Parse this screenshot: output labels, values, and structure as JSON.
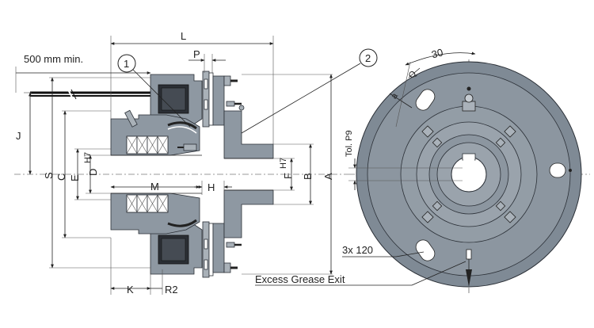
{
  "labels": {
    "min_length": "500 mm min.",
    "L": "L",
    "P": "P",
    "callout_1": "1",
    "callout_2": "2",
    "J": "J",
    "S": "S",
    "C": "C",
    "E": "E",
    "D": "D",
    "H7_left": "H7",
    "M": "M",
    "H": "H",
    "F": "F",
    "H7_right": "H7",
    "B": "B",
    "A": "A",
    "tol": "Tol. P9",
    "K": "K",
    "R2": "R2",
    "angle_30": "30",
    "Q": "Q",
    "a": "a",
    "holes": "3x 120",
    "grease_exit": "Excess Grease Exit"
  },
  "colors": {
    "metal": "#8e98a2",
    "metal_dark": "#7a8590",
    "coil": "#2b2f35",
    "line": "#222222"
  }
}
